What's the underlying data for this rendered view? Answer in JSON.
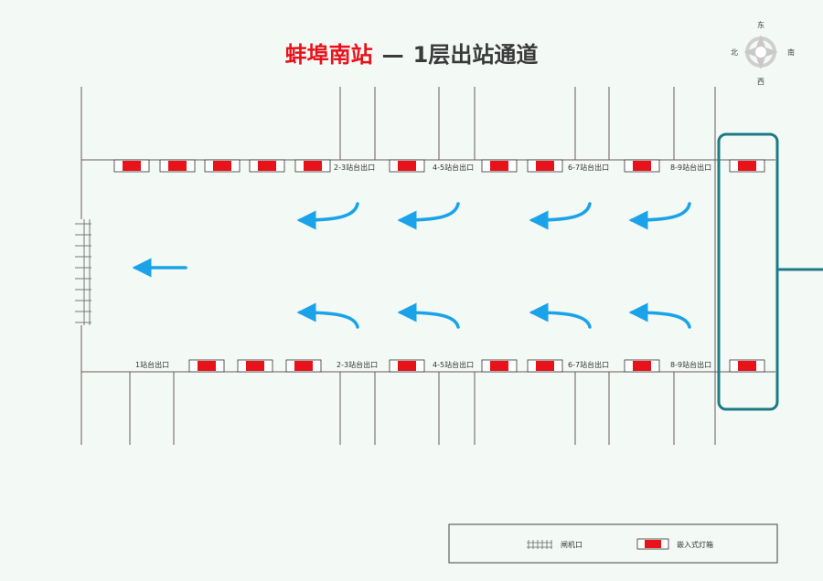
{
  "title": {
    "station": "蚌埠南站",
    "separator": "—",
    "subtitle": "1层出站通道"
  },
  "compass": {
    "north": "北",
    "south": "南",
    "east": "东",
    "west": "西"
  },
  "exits_top": [
    "2-3站台出口",
    "4-5站台出口",
    "6-7站台出口",
    "8-9站台出口"
  ],
  "exits_bottom": [
    "1站台出口",
    "2-3站台出口",
    "4-5站台出口",
    "6-7站台出口",
    "8-9站台出口"
  ],
  "legend": {
    "gate": "闸机口",
    "light": "嵌入式灯箱"
  },
  "colors": {
    "light_box": "#e8121b",
    "arrow": "#1aa3e8",
    "highlight": "#1b7a86",
    "title_red": "#e8121b",
    "title_gray": "#3a3a3a"
  }
}
